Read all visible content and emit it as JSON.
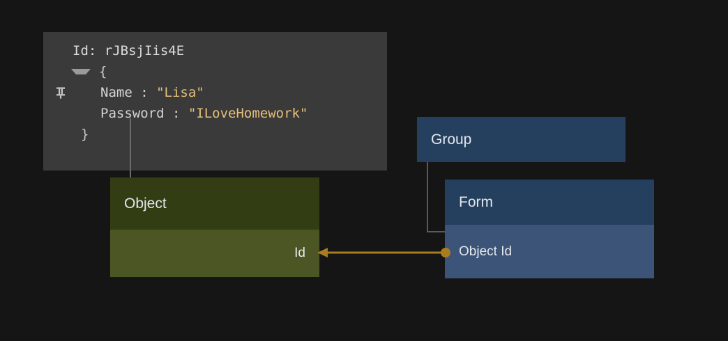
{
  "canvas": {
    "background": "#151515"
  },
  "json_popup": {
    "pin_icon": "pushpin-icon",
    "title": "Id: rJBsjIis4E",
    "open_brace": "{",
    "close_brace": "}",
    "expander_icon": "chevron-down-icon",
    "properties": [
      {
        "key": "Name",
        "separator": " : ",
        "value": "\"Lisa\""
      },
      {
        "key": "Password",
        "separator": " : ",
        "value": "\"ILoveHomework\""
      }
    ],
    "colors": {
      "background": "#3a3a3a",
      "text": "#d4d4d4",
      "string_value": "#e6c07b"
    }
  },
  "entities": {
    "object": {
      "title": "Object",
      "fields": [
        {
          "label": "Id"
        }
      ],
      "colors": {
        "header": "#333d14",
        "row": "#4c5625"
      }
    },
    "group": {
      "title": "Group",
      "colors": {
        "header": "#24405e"
      }
    },
    "form": {
      "title": "Form",
      "fields": [
        {
          "label": "Object Id"
        }
      ],
      "colors": {
        "header": "#24405e",
        "row": "#3c5478"
      }
    }
  },
  "connectors": {
    "relationship": {
      "from": "form-object-id",
      "to": "object-id",
      "color": "#a87d1e",
      "source_marker": "circle",
      "target_marker": "arrowhead"
    },
    "tree": {
      "from": "group",
      "to": "form",
      "color": "#5a5a5a",
      "shape": "elbow"
    }
  }
}
